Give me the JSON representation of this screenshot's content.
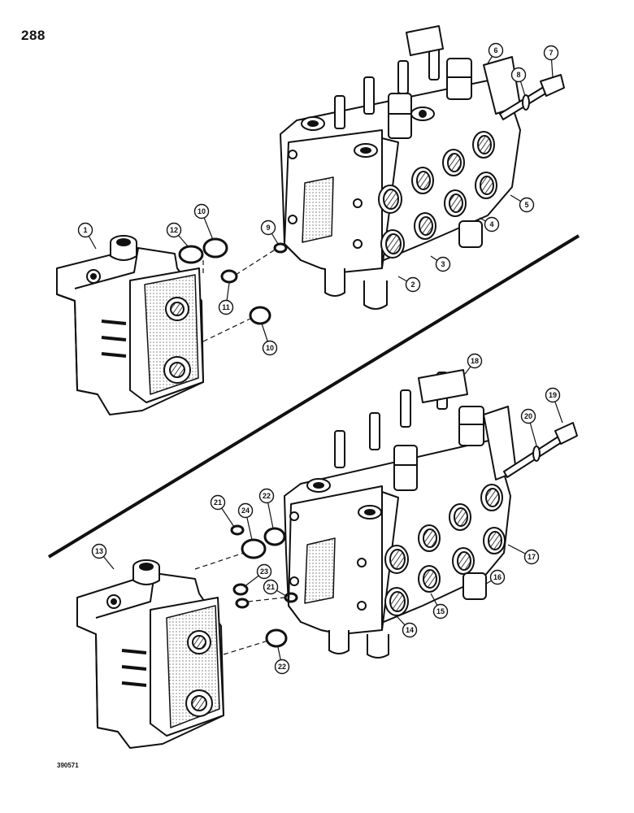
{
  "page_number": "288",
  "figure_code": "390571",
  "upper_assembly": {
    "callouts": [
      "1",
      "2",
      "3",
      "4",
      "5",
      "6",
      "7",
      "8",
      "9",
      "10",
      "11",
      "12",
      "10"
    ]
  },
  "lower_assembly": {
    "callouts": [
      "13",
      "14",
      "15",
      "16",
      "17",
      "18",
      "19",
      "20",
      "21",
      "22",
      "23",
      "24",
      "21",
      "22"
    ]
  }
}
